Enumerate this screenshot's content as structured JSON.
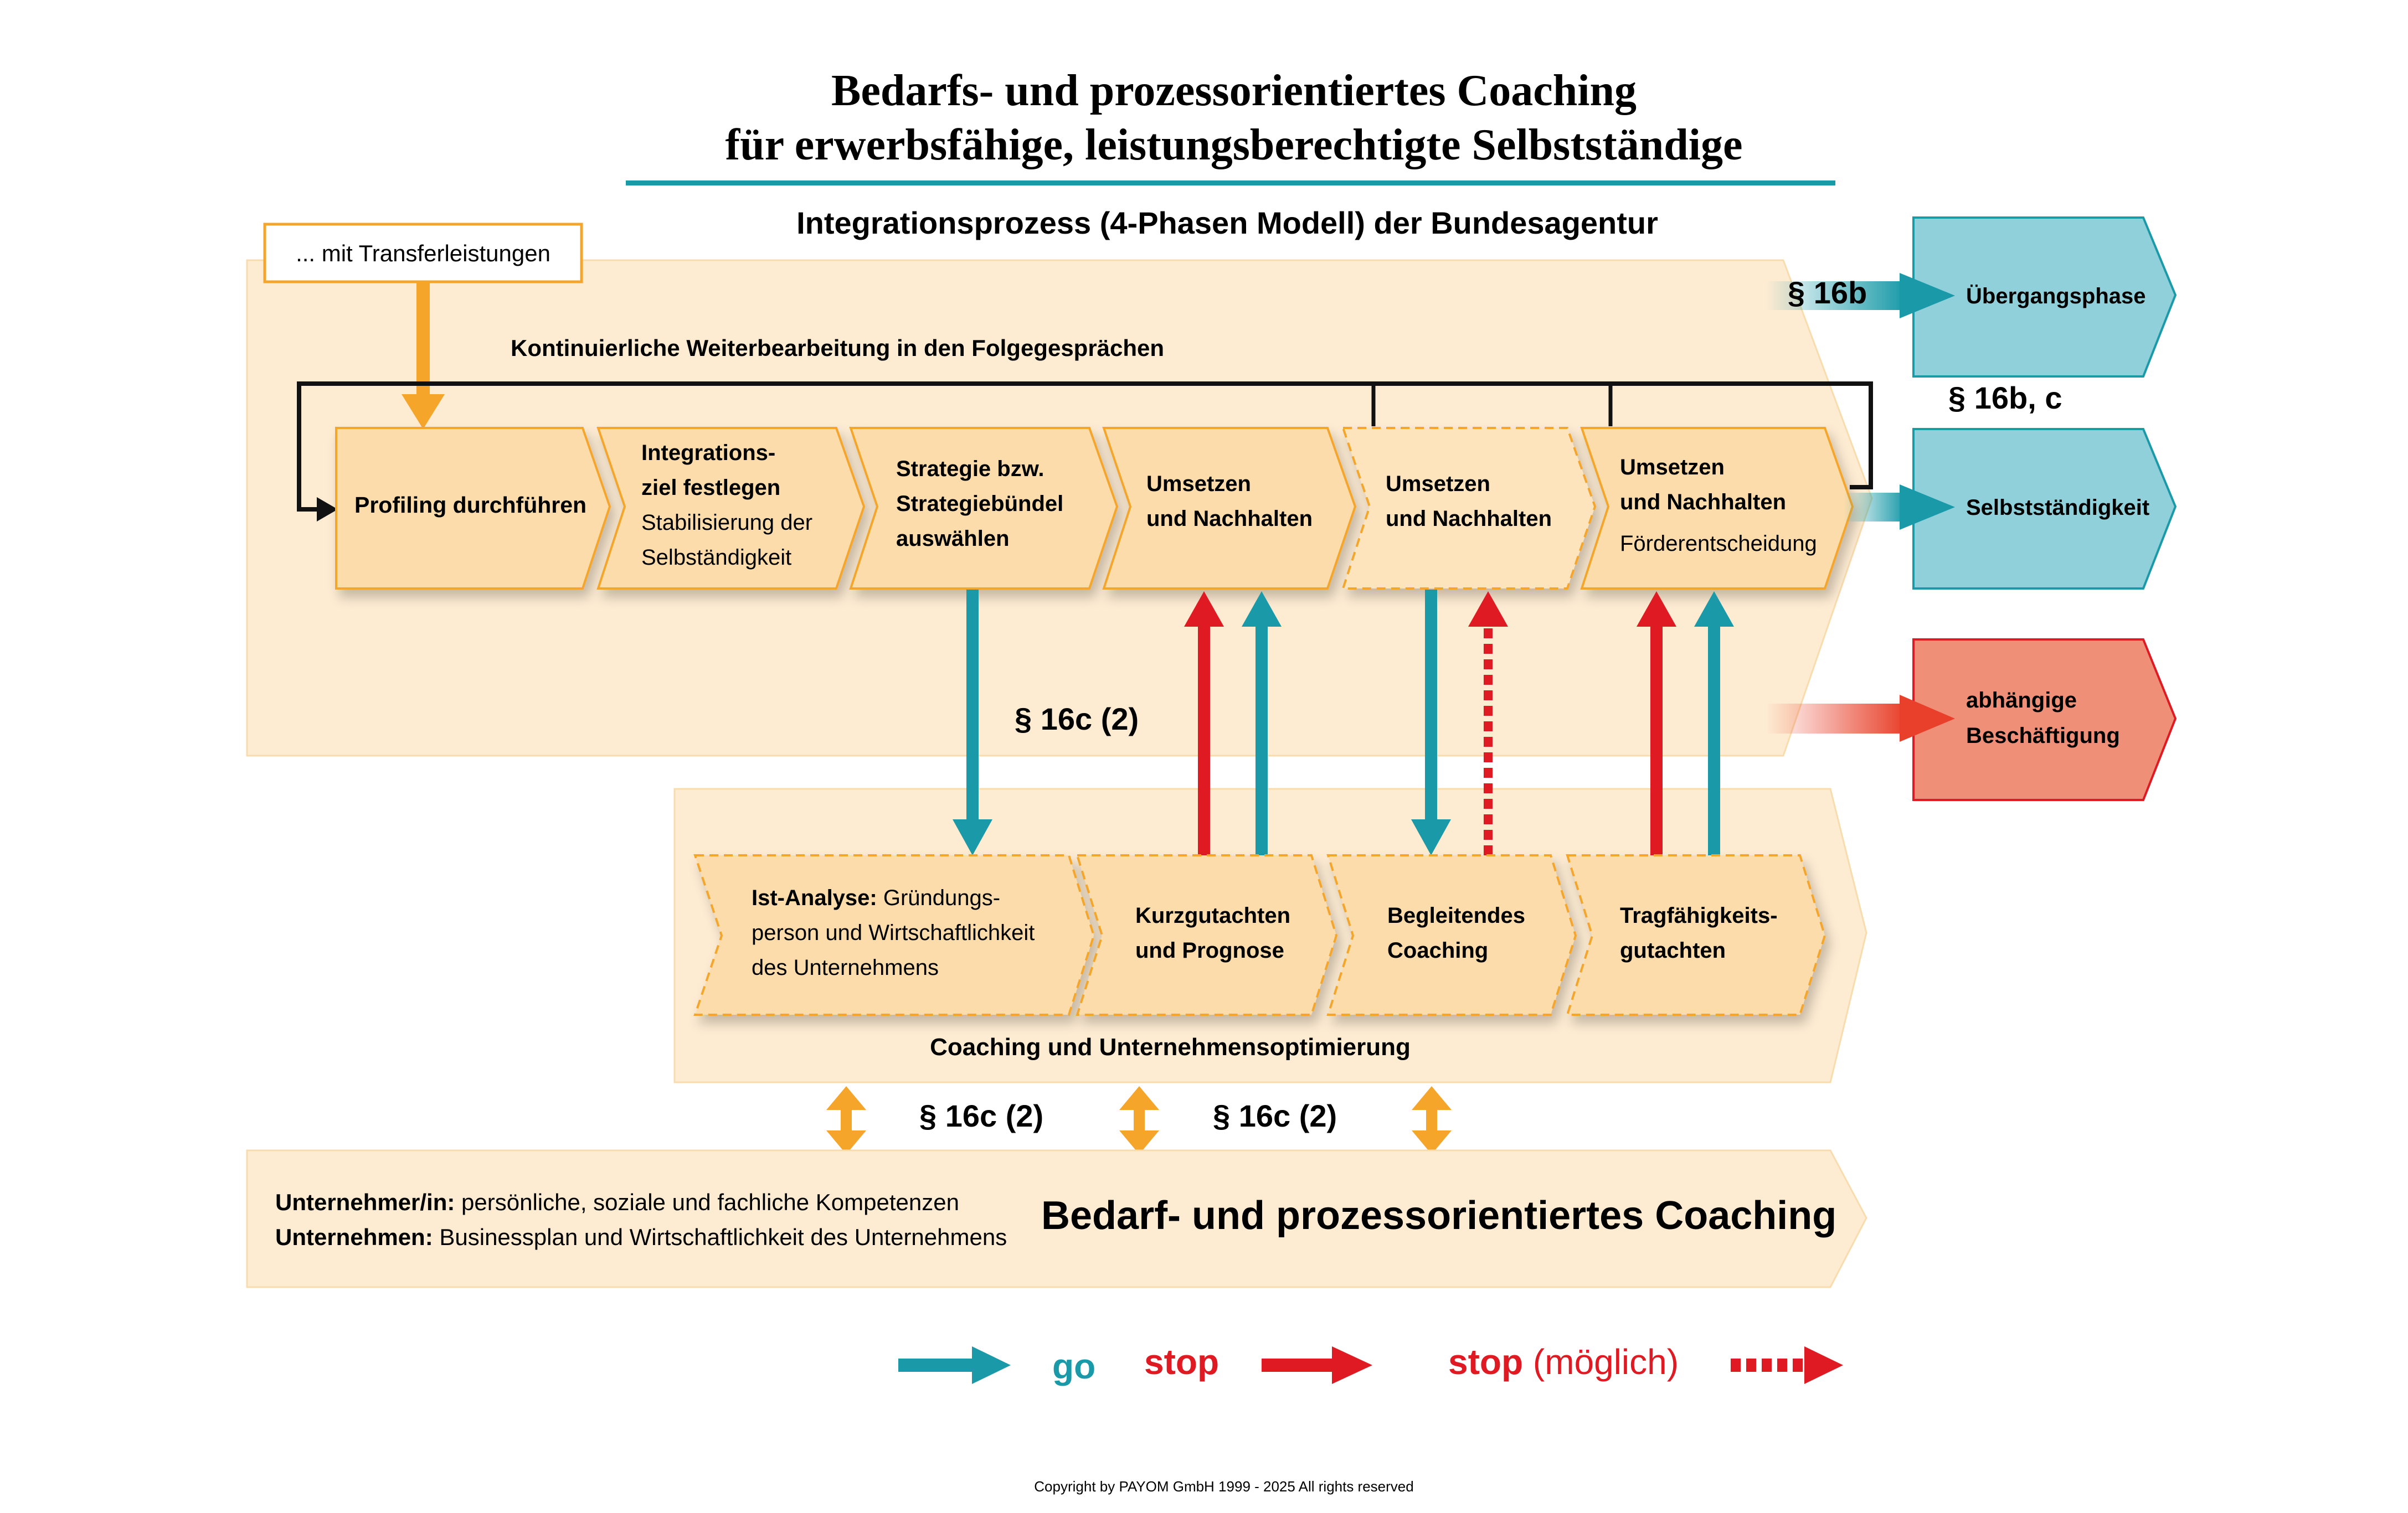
{
  "title": {
    "line1": "Bedarfs- und prozessorientiertes Coaching",
    "line2": "für erwerbsfähige, leistungsberechtigte Selbstständige",
    "subtitle": "Integrationsprozess (4-Phasen Modell) der Bundesagentur"
  },
  "transfer_box": "... mit Transferleistungen",
  "loop_label": "Kontinuierliche Weiterbearbeitung in den Folgegesprächen",
  "phases": [
    {
      "bold": [
        "Profiling durchführen"
      ],
      "normal": []
    },
    {
      "bold": [
        "Integrations-",
        "ziel festlegen"
      ],
      "normal": [
        "Stabilisierung der",
        "Selbständigkeit"
      ]
    },
    {
      "bold": [
        "Strategie bzw.",
        "Strategiebündel",
        "auswählen"
      ],
      "normal": []
    },
    {
      "bold": [
        "Umsetzen",
        "und Nachhalten"
      ],
      "normal": []
    },
    {
      "bold": [
        "Umsetzen",
        "und Nachhalten"
      ],
      "normal": []
    },
    {
      "bold": [
        "Umsetzen",
        "und Nachhalten"
      ],
      "normal": [
        "Förderentscheidung"
      ]
    }
  ],
  "outcomes": [
    {
      "label": [
        "Übergangsphase"
      ],
      "paragraph": "§ 16b",
      "color": "#8fd0da"
    },
    {
      "label": [
        "Selbstständigkeit"
      ],
      "paragraph": "§ 16b, c",
      "color": "#8fd0da"
    },
    {
      "label": [
        "abhängige",
        "Beschäftigung"
      ],
      "paragraph": "",
      "color": "#f08f78"
    }
  ],
  "paragraph_16c2": "§ 16c (2)",
  "coaching_steps": [
    {
      "bold": "Ist-Analyse:",
      "rest": " Gründungs-",
      "lines": [
        "person und Wirtschaftlichkeit",
        "des Unternehmens"
      ]
    },
    {
      "bold": "Kurzgutachten",
      "rest": "",
      "lines": [
        "und Prognose"
      ]
    },
    {
      "bold": "Begleitendes",
      "rest": "",
      "lines": [
        "Coaching"
      ]
    },
    {
      "bold": "Tragfähigkeits-",
      "rest": "",
      "lines": [
        "gutachten"
      ]
    }
  ],
  "coaching_label": "Coaching und Unternehmensoptimierung",
  "bottom": {
    "line1_bold": "Unternehmer/in:",
    "line1_rest": " persönliche, soziale und fachliche Kompetenzen",
    "line2_bold": "Unternehmen:",
    "line2_rest": " Businessplan und Wirtschaftlichkeit des Unternehmens",
    "headline": "Bedarf- und prozessorientiertes Coaching"
  },
  "legend": {
    "go": "go",
    "stop": "stop",
    "stop_possible_bold": "stop",
    "stop_possible_rest": " (möglich)"
  },
  "copyright": "Copyright by PAYOM GmbH 1999 - 2025 All rights reserved",
  "colors": {
    "teal": "#1a9aa8",
    "red": "#e01a22",
    "orange": "#f5a52a",
    "box_fill": "#fbdcaa",
    "band_fill": "#fdebd2",
    "outcome_teal": "#8fd0da",
    "outcome_red": "#f08f78"
  }
}
